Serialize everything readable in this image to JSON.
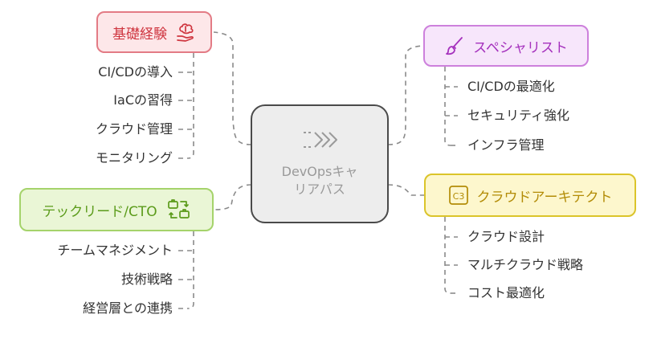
{
  "center": {
    "title_line1": "DevOpsキャ",
    "title_line2": "リアパス",
    "icon": "triple-chevron-right-icon"
  },
  "branches": {
    "foundation": {
      "title": "基礎経験",
      "icon": "brain-hand-icon",
      "items": [
        "CI/CDの導入",
        "IaCの習得",
        "クラウド管理",
        "モニタリング"
      ]
    },
    "specialist": {
      "title": "スペシャリスト",
      "icon": "brush-icon",
      "items": [
        "CI/CDの最適化",
        "セキュリティ強化",
        "インフラ管理"
      ]
    },
    "tech_lead": {
      "title": "テックリード/CTO",
      "icon": "briefcase-swap-icon",
      "items": [
        "チームマネジメント",
        "技術戦略",
        "経営層との連携"
      ]
    },
    "cloud_architect": {
      "title": "クラウドアーキテクト",
      "icon": "c3-icon",
      "icon_text": "C3",
      "items": [
        "クラウド設計",
        "マルチクラウド戦略",
        "コスト最適化"
      ]
    }
  },
  "colors": {
    "foundation": "#cf3640",
    "specialist": "#a531bd",
    "tech_lead": "#5b9b1a",
    "cloud_architect": "#b38c07",
    "center_border": "#4a4a4a",
    "connector": "#8a8a8a"
  }
}
